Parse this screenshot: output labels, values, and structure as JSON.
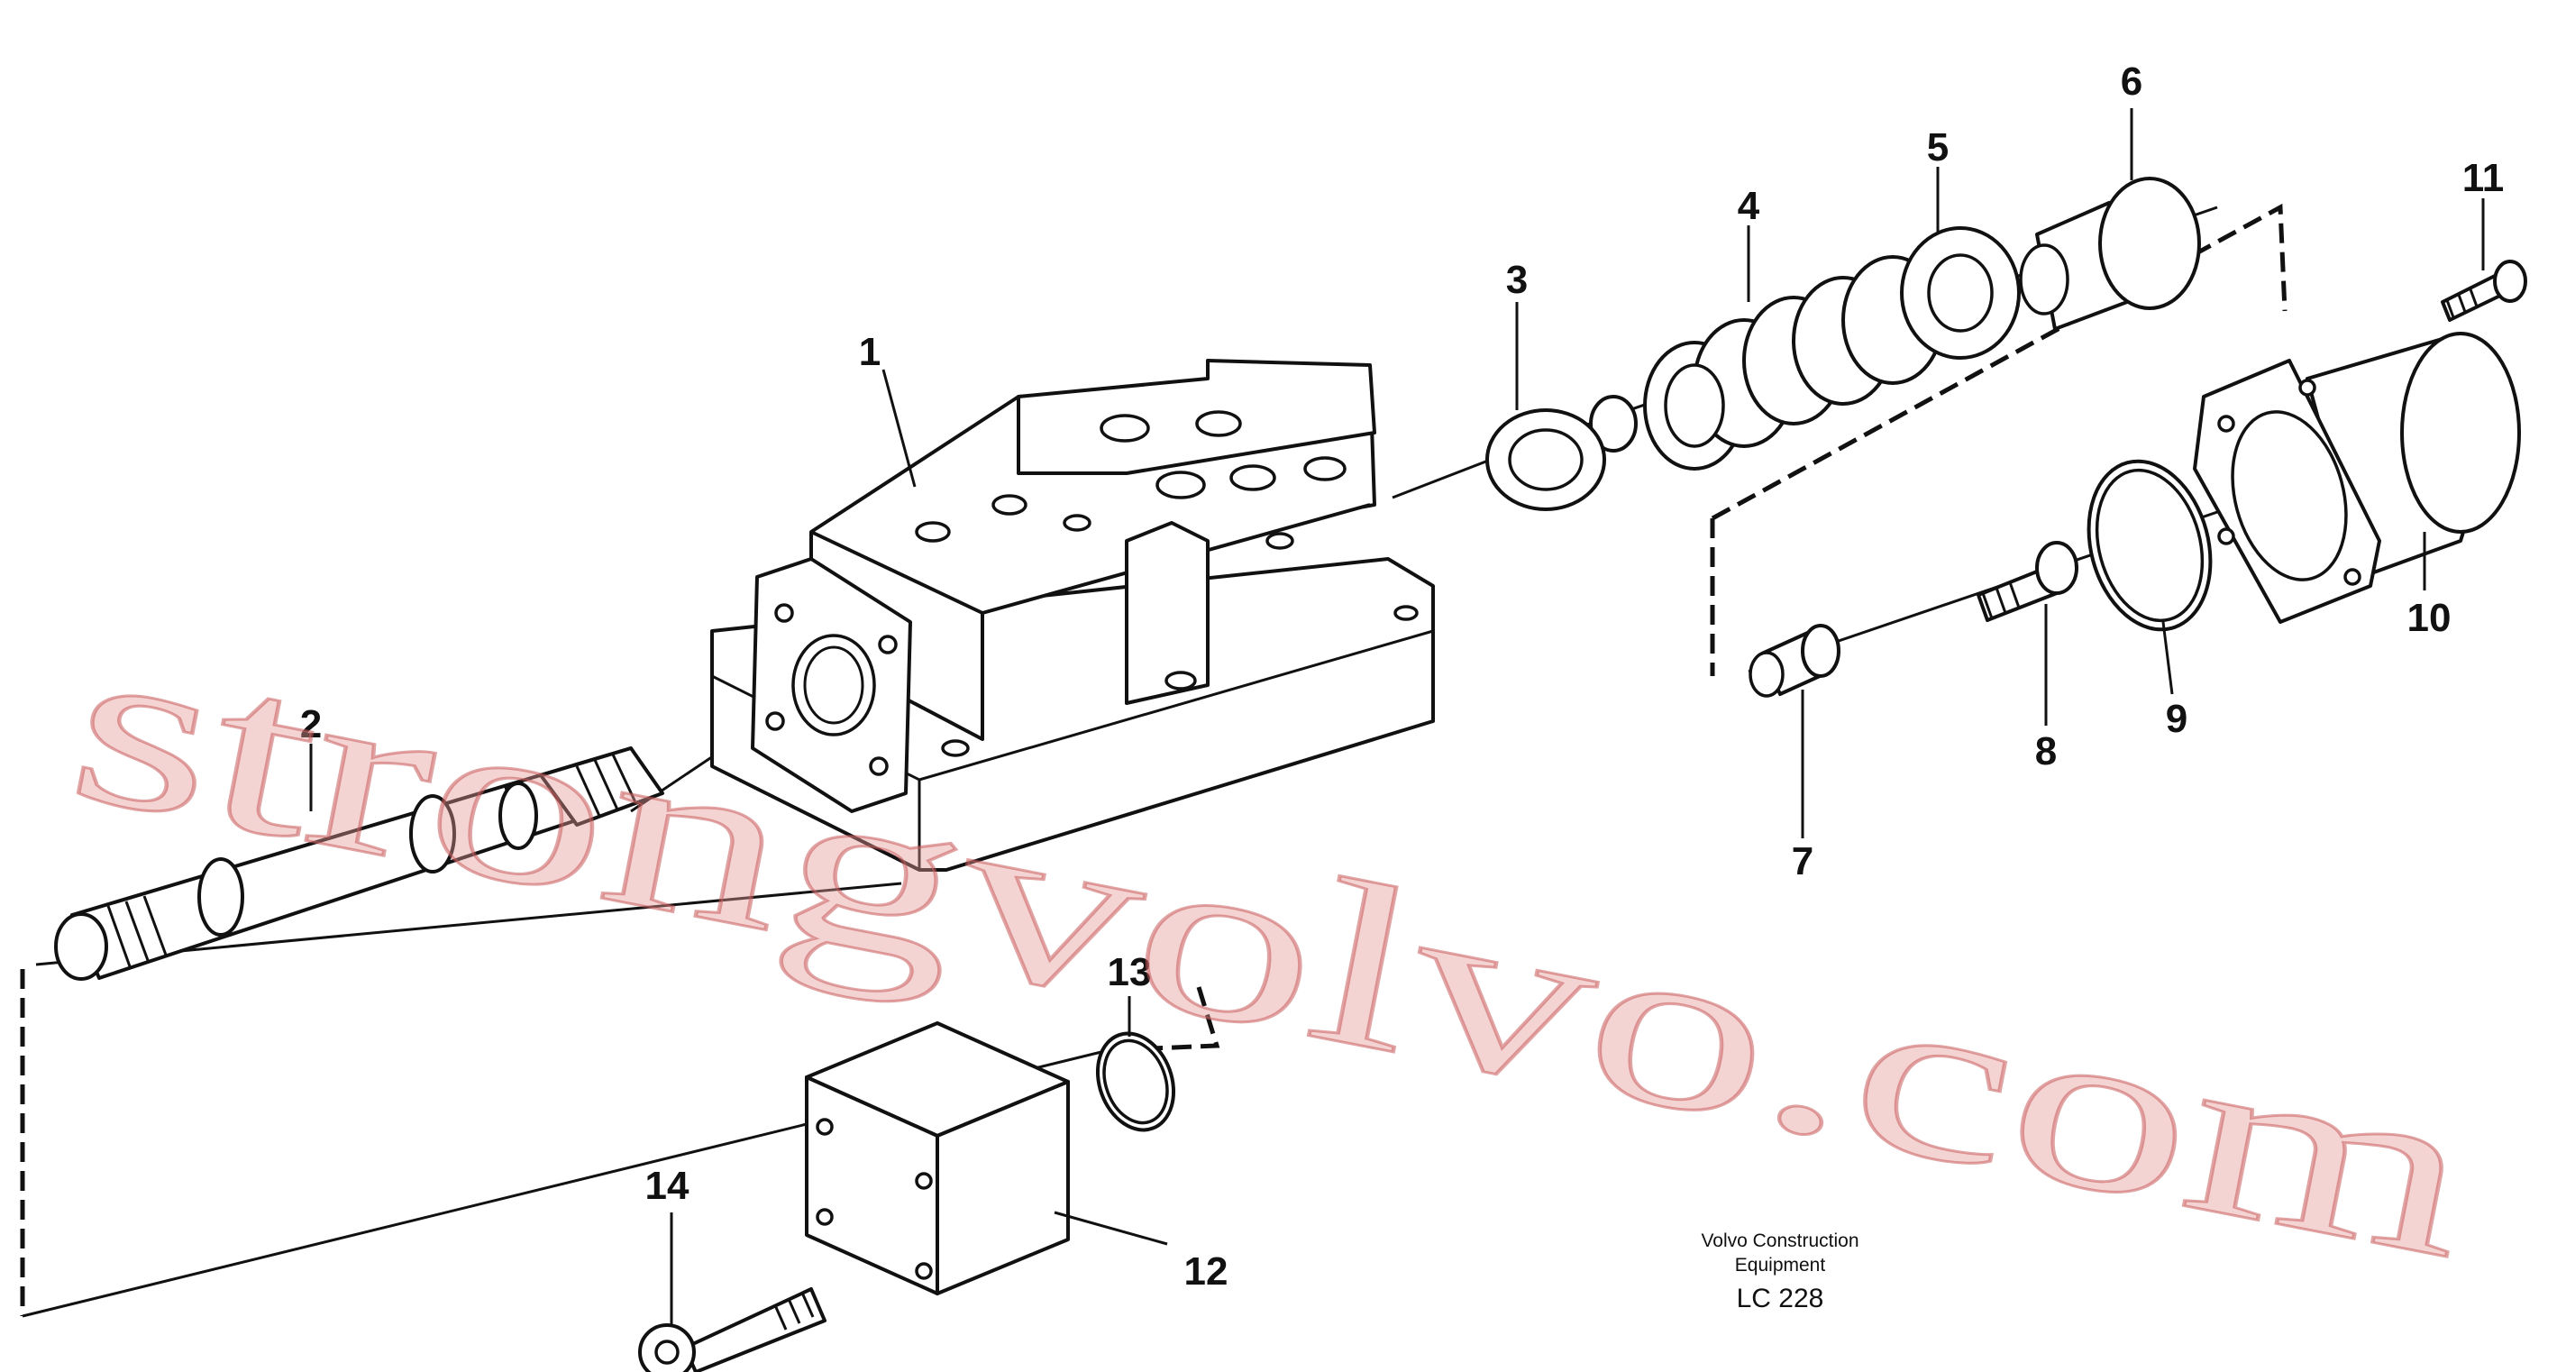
{
  "diagram": {
    "callouts": [
      "1",
      "2",
      "3",
      "4",
      "5",
      "6",
      "7",
      "8",
      "9",
      "10",
      "11",
      "12",
      "13",
      "14"
    ],
    "caption": {
      "line1": "Volvo Construction",
      "line2": "Equipment",
      "code": "LC 228"
    },
    "watermark": "strongvolvo.com",
    "colors": {
      "ink": "#111111",
      "watermark": "#e49696",
      "background": "#ffffff"
    }
  }
}
